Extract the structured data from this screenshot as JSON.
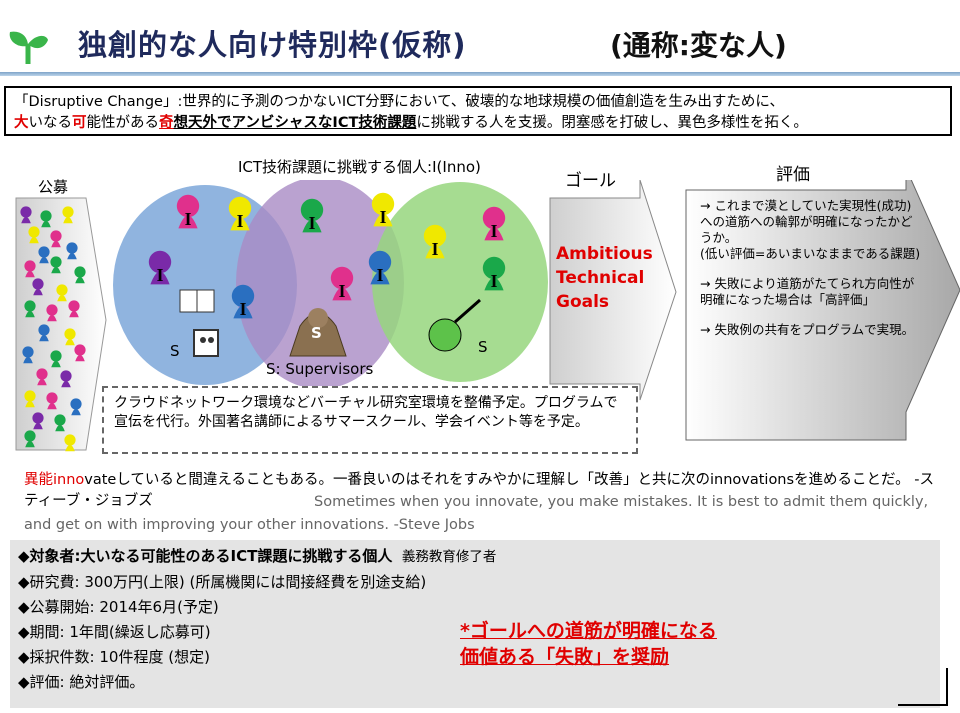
{
  "header": {
    "title": "独創的な人向け特別枠(仮称)",
    "subtitle": "(通称:変な人)"
  },
  "intro": {
    "line1": "「Disruptive Change」:世界的に予測のつかないICT分野において、破壊的な地球規模の価値創造を生み出すために、",
    "dai": "大",
    "p2": "いなる",
    "ka": "可",
    "p3": "能性がある",
    "ki": "奇",
    "bold": "想天外でアンビシャスなICT技術課題",
    "p4": "に挑戦する人を支援。閉塞感を打破し、異色多様性を拓く。"
  },
  "diagram": {
    "koubo": "公募",
    "individuals_title": "ICT技術課題に挑戦する個人:I(Inno)",
    "goal_label": "ゴール",
    "goal_text": [
      "Ambitious",
      "Technical",
      "Goals"
    ],
    "eval_label": "評価",
    "eval_items": [
      "→ これまで漠としていた実現性(成功)への道筋への輪郭が明確になったかどうか。",
      "(低い評価=あいまいなままである課題)",
      "→ 失敗により道筋がたてられ方向性が明確になった場合は「高評価」",
      "→ 失敗例の共有をプログラムで実現。"
    ],
    "s_letter": "S",
    "i_letter": "I",
    "supervisors": "S: Supervisors",
    "dashed_note": "クラウドネットワーク環境などバーチャル研究室環境を整備予定。プログラムで宣伝を代行。外国著名講師によるサマースクール、学会イベント等を予定。"
  },
  "quote": {
    "jp_red": "異能",
    "jp_red2": "inno",
    "jp_rest": "vateしていると間違えることもある。一番良いのはそれをすみやかに理解し「改善」と共に次のinnovationsを進めることだ。 -スティーブ・ジョブズ",
    "en": "Sometimes when you innovate, you make mistakes. It is best to admit them quickly, and get on with improving your other innovations. -Steve Jobs"
  },
  "criteria": [
    {
      "label": "◆対象者:大いなる可能性のあるICT課題に挑戦する個人",
      "extra": "義務教育修了者"
    },
    {
      "label": "◆研究費: 300万円(上限) (所属機関には間接経費を別途支給)",
      "extra": ""
    },
    {
      "label": "◆公募開始: 2014年6月(予定)",
      "extra": ""
    },
    {
      "label": "◆期間: 1年間(繰返し応募可)",
      "extra": ""
    },
    {
      "label": "◆採択件数: 10件程度 (想定)",
      "extra": ""
    },
    {
      "label": "◆評価: 絶対評価。",
      "extra": ""
    }
  ],
  "note": {
    "line1": "*ゴールへの道筋が明確になる",
    "line2": "価値ある「失敗」を奨励"
  },
  "colors": {
    "pink": "#e0308c",
    "yellow": "#f0e800",
    "purple": "#7a2aa8",
    "blue": "#2a6fc0",
    "green": "#1aa84a",
    "accent_red": "#e00000"
  }
}
